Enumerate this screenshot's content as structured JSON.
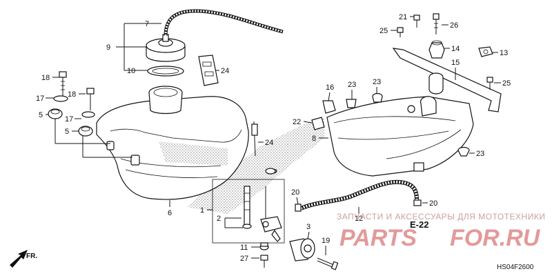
{
  "diagram": {
    "labels": {
      "n1": "1",
      "n2": "2",
      "n3": "3",
      "n5a": "5",
      "n5b": "5",
      "n6": "6",
      "n7": "7",
      "n8": "8",
      "n9": "9",
      "n10": "10",
      "n11": "11",
      "n12": "12",
      "n13": "13",
      "n14": "14",
      "n15": "15",
      "n16": "16",
      "n17a": "17",
      "n17b": "17",
      "n18a": "18",
      "n18b": "18",
      "n19": "19",
      "n20a": "20",
      "n20b": "20",
      "n21": "21",
      "n22": "22",
      "n23a": "23",
      "n23b": "23",
      "n23c": "23",
      "n24a": "24",
      "n24b": "24",
      "n25a": "25",
      "n25b": "25",
      "n26": "26",
      "n27": "27"
    },
    "reference": "E-22",
    "direction": "FR.",
    "drawing_code": "HS04F2600"
  },
  "watermark": {
    "text": "ЗАПЧАСТИ И АКСЕССУАРЫ ДЛЯ МОТОТЕХНИКИ",
    "logo_left": "PARTS",
    "logo_right": "FOR.RU",
    "accent_color": "#e39a9a"
  }
}
